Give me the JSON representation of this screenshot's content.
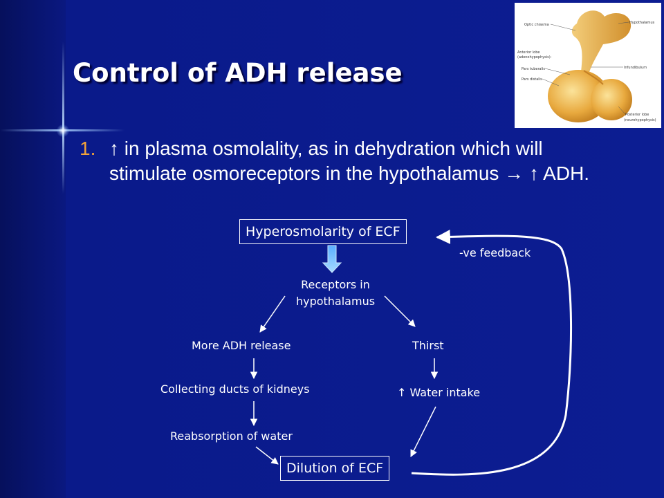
{
  "title": "Control of ADH release",
  "bullet": {
    "number": "1.",
    "text": "↑ in plasma  osmolality, as in dehydration which will stimulate osmoreceptors in the hypothalamus → ↑ ADH."
  },
  "figure": {
    "labels": {
      "optic_chiasma": "Optic chiasma",
      "hypothalamus": "Hypothalamus",
      "anterior_lobe": "Anterior lobe",
      "adenohypophysis": "(adenohypophysis):",
      "pars_tuberalis": "Pars tuberalis",
      "pars_distalis": "Pars distalis",
      "infundibulum": "Infundibulum",
      "posterior_lobe": "Posterior lobe",
      "neurohypophysis": "(neurohypophysis)"
    }
  },
  "flow": {
    "hyperosmolarity": "Hyperosmolarity of ECF",
    "feedback": "-ve feedback",
    "receptors_line1": "Receptors in",
    "receptors_line2": "hypothalamus",
    "more_adh": "More ADH release",
    "thirst": "Thirst",
    "collecting": "Collecting ducts of kidneys",
    "water_intake": "↑ Water intake",
    "reabsorption": "Reabsorption of water",
    "dilution": "Dilution of ECF"
  },
  "colors": {
    "background": "#0c1d92",
    "bullet_number": "#f2a33a",
    "down_arrow": "#7cc4ff",
    "pituitary": "#e8a93e"
  }
}
